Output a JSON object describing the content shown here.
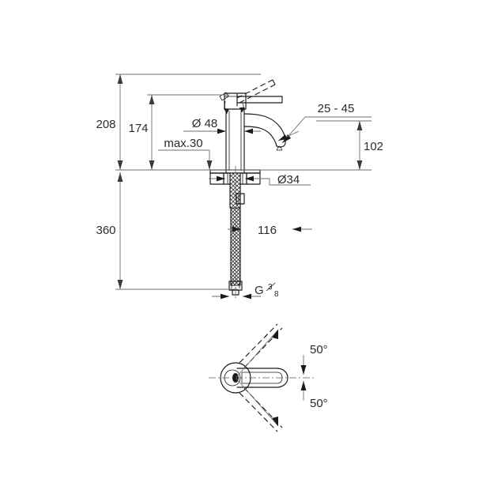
{
  "drawing": {
    "title": "Single-lever basin mixer dimensional drawing",
    "background_color": "#ffffff",
    "line_color": "#1a1a1a",
    "dimension_color": "#6e6e6e",
    "text_color": "#2b2b2b",
    "units": "mm"
  },
  "dimensions": {
    "total_height": "208",
    "spout_height": "174",
    "max_deck_thickness": "max.30",
    "body_diameter": "Ø 48",
    "base_diameter": "Ø34",
    "deck_range": "25 - 45",
    "spout_reach_height": "102",
    "thread_length": "360",
    "shank_offset": "116",
    "thread_size_letter": "G",
    "thread_size_numerator": "3",
    "thread_size_denominator": "8",
    "swivel_angle_upper": "50°",
    "swivel_angle_lower": "50°"
  },
  "labels": [
    {
      "id": "dim-208",
      "text": "208"
    },
    {
      "id": "dim-174",
      "text": "174"
    },
    {
      "id": "dim-max30",
      "text": "max.30"
    },
    {
      "id": "dim-d48",
      "text": "Ø 48"
    },
    {
      "id": "dim-d34",
      "text": "Ø34"
    },
    {
      "id": "dim-25-45",
      "text": "25 - 45"
    },
    {
      "id": "dim-102",
      "text": "102"
    },
    {
      "id": "dim-360",
      "text": "360"
    },
    {
      "id": "dim-116",
      "text": "116"
    },
    {
      "id": "dim-g38",
      "text": "G 3/8"
    },
    {
      "id": "angle-top",
      "text": "50°"
    },
    {
      "id": "angle-bottom",
      "text": "50°"
    }
  ],
  "views": {
    "elevation": {
      "name": "front-elevation-view"
    },
    "plan": {
      "name": "top-plan-view"
    }
  }
}
